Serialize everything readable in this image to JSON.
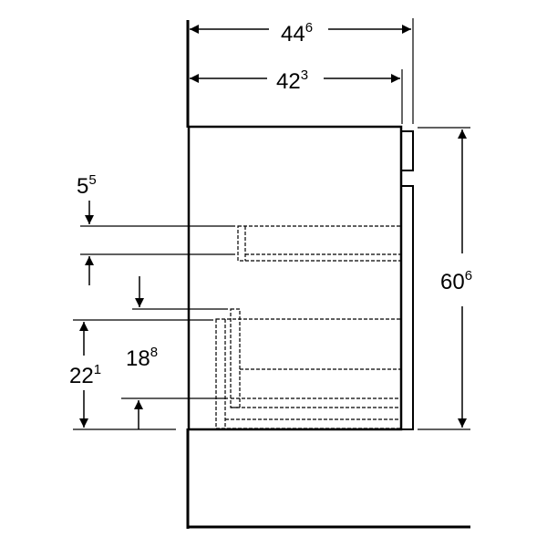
{
  "dimensions": {
    "overall_depth": {
      "main": "44",
      "sup": "6"
    },
    "body_depth": {
      "main": "42",
      "sup": "3"
    },
    "height": {
      "main": "60",
      "sup": "6"
    },
    "drawer_gap": {
      "main": "5",
      "sup": "5"
    },
    "lower_height": {
      "main": "22",
      "sup": "1"
    },
    "lower_inner_height": {
      "main": "18",
      "sup": "8"
    }
  },
  "colors": {
    "line": "#000000",
    "background": "#ffffff"
  }
}
